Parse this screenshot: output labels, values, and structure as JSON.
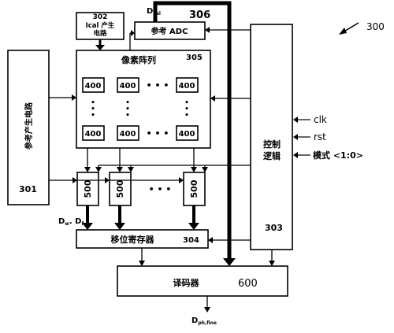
{
  "figure_ref": "300",
  "ref_circuit": {
    "label": "参考产生电路",
    "id": "301"
  },
  "ical_circuit": {
    "id": "302",
    "label_line1": "Ical 产生",
    "label_line2": "电路"
  },
  "ref_adc": {
    "label": "参考 ADC",
    "id": "306",
    "signal": "D",
    "signal_sub": "cal"
  },
  "pixel_array": {
    "label": "像素阵列",
    "id": "305",
    "cell": "400",
    "dots": "• • •",
    "vdots": "•"
  },
  "control_logic": {
    "label_line1": "控制",
    "label_line2": "逻辑",
    "id": "303"
  },
  "inputs": {
    "clk": "clk",
    "rst": "rst",
    "mode": "模式 <1:0>"
  },
  "readout": {
    "cell": "500",
    "dots": "• • •"
  },
  "readout_output": {
    "d1": "D",
    "d1_sub": "w",
    "sep": ". ",
    "d2": "D",
    "d2_sub": "f"
  },
  "shift_register": {
    "label": "移位寄存器",
    "id": "304"
  },
  "decoder": {
    "label": "译码器",
    "id": "600"
  },
  "output": {
    "signal": "D",
    "signal_sub": "ph,fine"
  }
}
